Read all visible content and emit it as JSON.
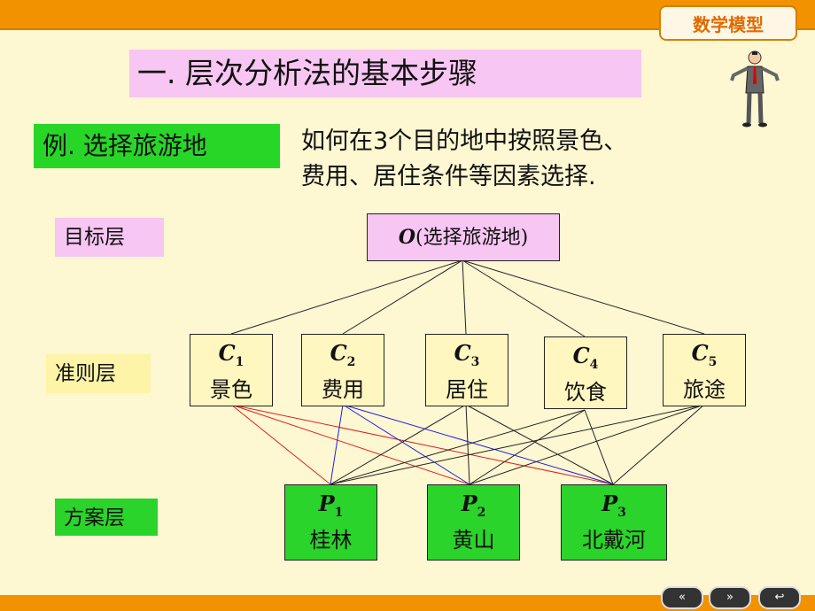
{
  "header": {
    "brand": "数学模型"
  },
  "slide": {
    "title": "一.  层次分析法的基本步骤",
    "example_label": "例.  选择旅游地",
    "description_line1": "如何在3个目的地中按照景色、",
    "description_line2": "费用、居住条件等因素选择."
  },
  "layers": {
    "goal": "目标层",
    "criteria": "准则层",
    "alternatives": "方案层"
  },
  "goal_node": {
    "symbol": "O",
    "text": "(选择旅游地)"
  },
  "criteria": [
    {
      "symbol": "C",
      "sub": "1",
      "name": "景色"
    },
    {
      "symbol": "C",
      "sub": "2",
      "name": "费用"
    },
    {
      "symbol": "C",
      "sub": "3",
      "name": "居住"
    },
    {
      "symbol": "C",
      "sub": "4",
      "name": "饮食"
    },
    {
      "symbol": "C",
      "sub": "5",
      "name": "旅途"
    }
  ],
  "alternatives": [
    {
      "symbol": "P",
      "sub": "1",
      "name": "桂林"
    },
    {
      "symbol": "P",
      "sub": "2",
      "name": "黄山"
    },
    {
      "symbol": "P",
      "sub": "3",
      "name": "北戴河"
    }
  ],
  "colors": {
    "line_default": "#222222",
    "line_c1": "#e02020",
    "line_c2": "#2020e0",
    "goal_fill": "#f7c6f2",
    "criteria_fill": "#fff6c0",
    "alt_fill": "#2ad42a"
  },
  "nav": {
    "prev": "«",
    "next": "»",
    "return": "↩"
  }
}
